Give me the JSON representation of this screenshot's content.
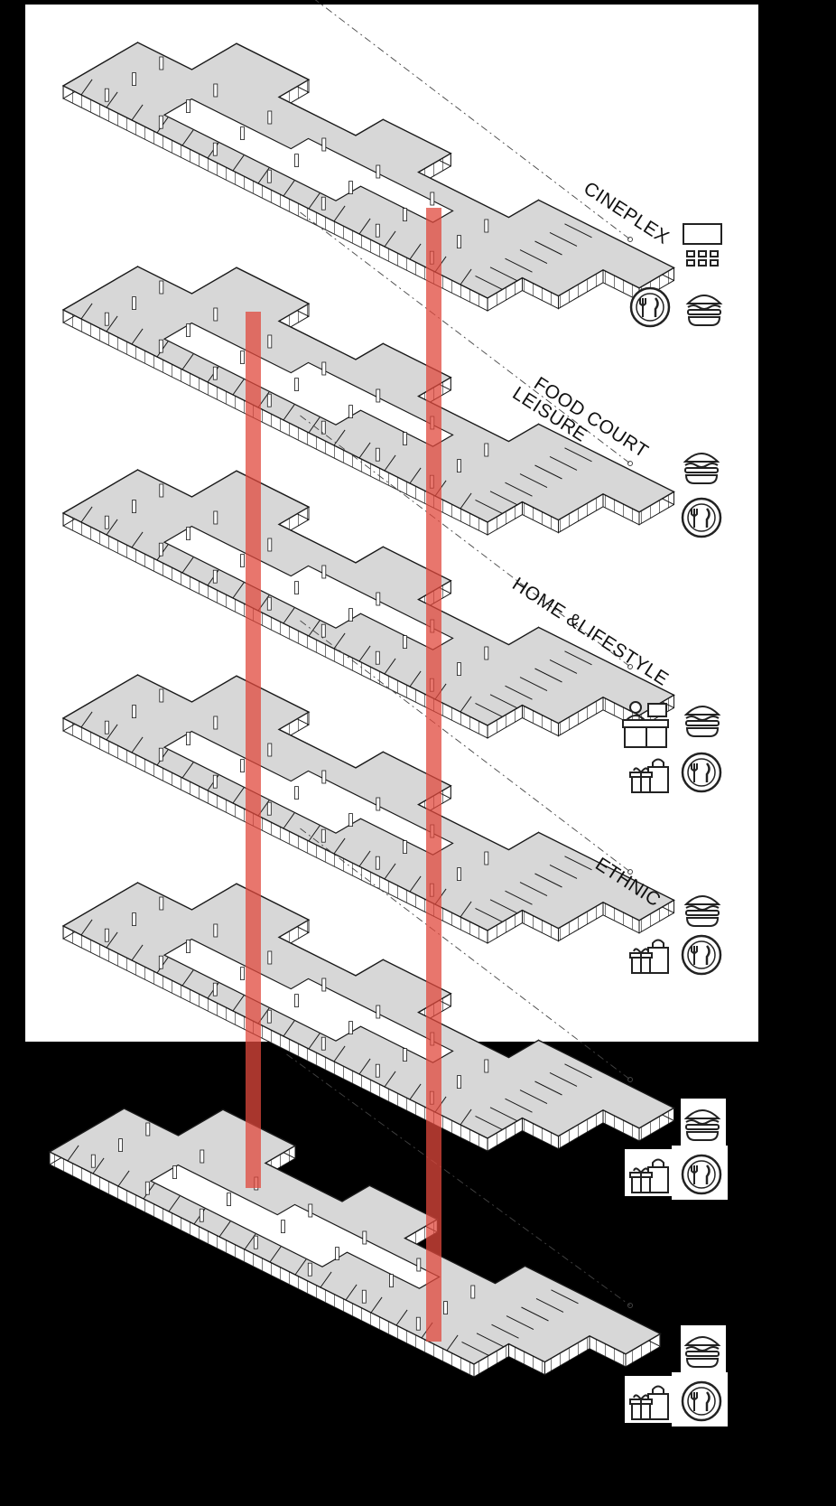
{
  "floors": [
    {
      "id": "cineplex",
      "label_lines": [
        "CINEPLEX"
      ],
      "icons": [
        "screen-seating-icon",
        "plate-cutlery-icon",
        "burger-icon"
      ]
    },
    {
      "id": "food-court",
      "label_lines": [
        "FOOD COURT",
        "LEISURE"
      ],
      "icons": [
        "burger-icon",
        "plate-cutlery-icon"
      ]
    },
    {
      "id": "home-lifestyle",
      "label_lines": [
        "HOME &LIFESTYLE"
      ],
      "icons": [
        "reception-desk-icon",
        "burger-icon",
        "gift-bag-icon",
        "plate-cutlery-icon"
      ]
    },
    {
      "id": "ethnic",
      "label_lines": [
        "ETHNIC"
      ],
      "icons": [
        "burger-icon",
        "gift-bag-icon",
        "plate-cutlery-icon"
      ]
    },
    {
      "id": "floor-5",
      "label_lines": [],
      "icons": [
        "burger-icon",
        "gift-bag-icon",
        "plate-cutlery-icon"
      ]
    },
    {
      "id": "floor-6",
      "label_lines": [],
      "icons": [
        "burger-icon",
        "gift-bag-icon",
        "plate-cutlery-icon"
      ]
    }
  ],
  "colors": {
    "background": "#000000",
    "panel": "#ffffff",
    "slab_top": "#d7d7d7",
    "wall": "#ffffff",
    "line": "#1a1a1a",
    "core": "#e0483c"
  }
}
